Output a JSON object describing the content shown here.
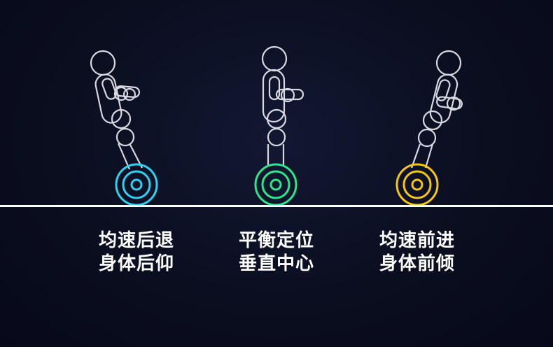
{
  "poses": [
    {
      "id": "backward",
      "wheel_color": "#2fd0f0",
      "line1": "均速后退",
      "line2": "身体后仰"
    },
    {
      "id": "balance",
      "wheel_color": "#2ee58a",
      "line1": "平衡定位",
      "line2": "垂直中心"
    },
    {
      "id": "forward",
      "wheel_color": "#f5c518",
      "line1": "均速前进",
      "line2": "身体前倾"
    }
  ],
  "colors": {
    "background": "#0b0e1f",
    "outline": "#ffffff",
    "ground": "#ffffff"
  }
}
